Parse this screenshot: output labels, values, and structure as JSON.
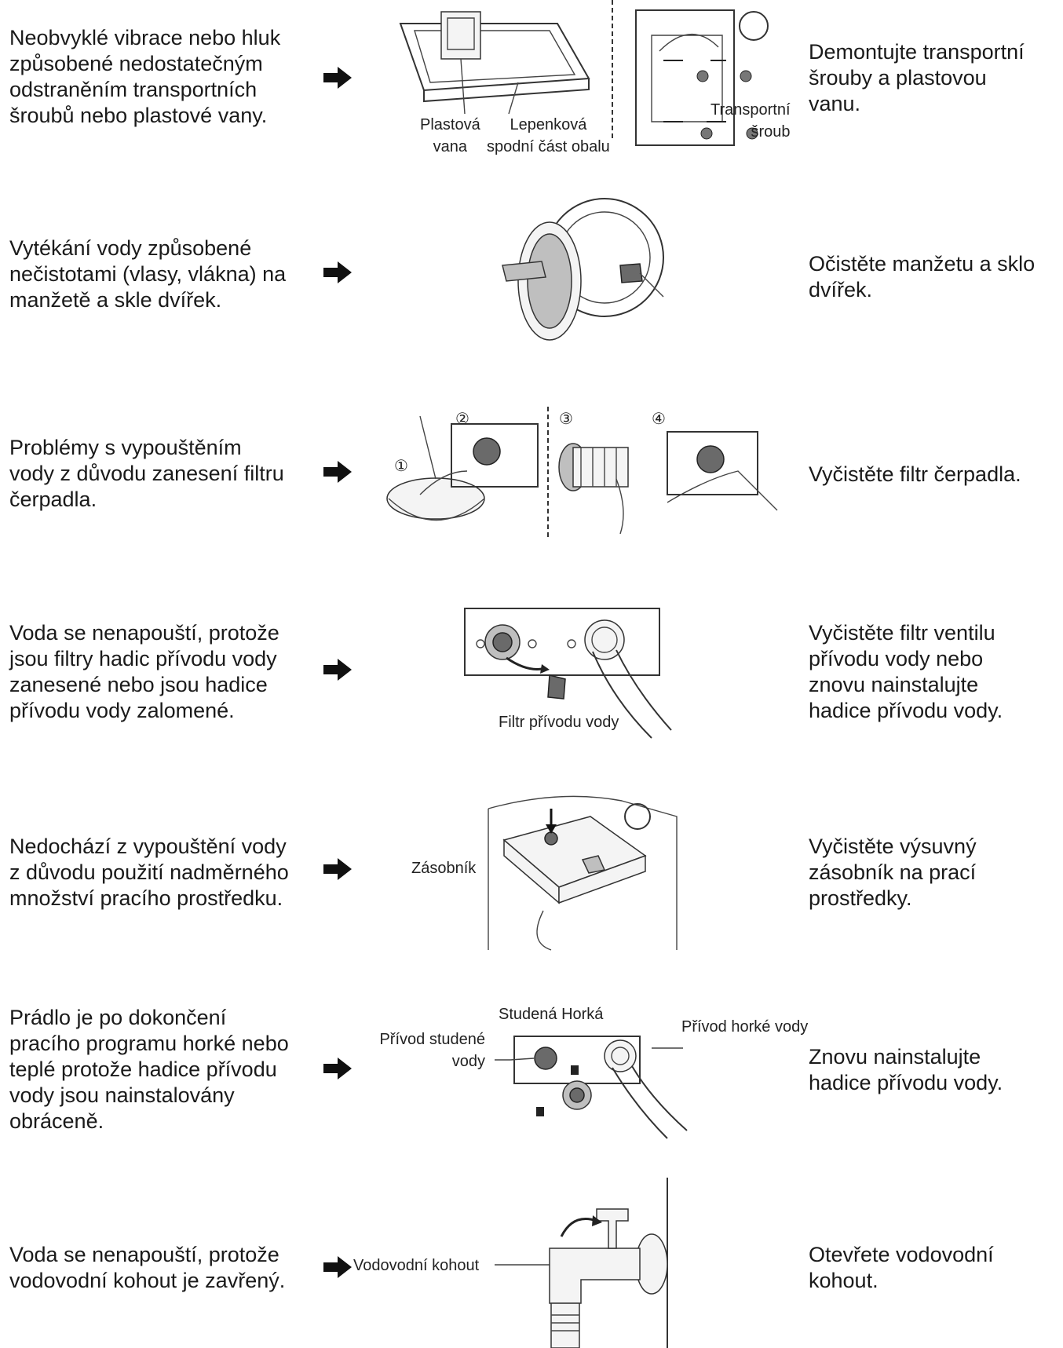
{
  "rows": [
    {
      "problem": "Neobvyklé vibrace nebo hluk\nzpůsobené nedostatečným\nodstraněním transportních\nšroubů nebo plastové vany.",
      "solution": "Demontujte transportní\nšrouby a plastovou\nvanu.",
      "labels": {
        "plastic_tub": "Plastová\nvana",
        "cardboard_base": "Lepenková\nspodní část obalu",
        "transport_bolt": "Transportní\nšroub"
      }
    },
    {
      "problem": "Vytékání vody způsobené\nnečistotami (vlasy, vlákna) na\nmanžetě a skle dvířek.",
      "solution": "Očistěte manžetu a sklo\ndvířek."
    },
    {
      "problem": "Problémy s vypouštěním\nvody z důvodu zanesení filtru\nčerpadla.",
      "solution": "Vyčistěte filtr čerpadla.",
      "steps": [
        "①",
        "②",
        "③",
        "④"
      ]
    },
    {
      "problem": "Voda se nenapouští, protože\njsou filtry hadic přívodu vody\nzanesené nebo jsou hadice\npřívodu vody zalomené.",
      "solution": "Vyčistěte filtr ventilu\npřívodu vody nebo\nznovu nainstalujte\nhadice přívodu vody.",
      "labels": {
        "inlet_filter": "Filtr přívodu vody"
      }
    },
    {
      "problem": "Nedochází z vypouštění vody\nz důvodu použití nadměrného\nmnožství pracího prostředku.",
      "solution": "Vyčistěte výsuvný\nzásobník na prací\nprostředky.",
      "labels": {
        "drawer": "Zásobník"
      }
    },
    {
      "problem": "Prádlo je po dokončení\npracího programu horké nebo\nteplé protože hadice přívodu\nvody jsou nainstalovány\nobráceně.",
      "solution": "Znovu nainstalujte\nhadice přívodu vody.",
      "labels": {
        "cold_hot": "Studená Horká",
        "cold_inlet": "Přívod studené\nvody",
        "hot_inlet": "Přívod horké vody"
      }
    },
    {
      "problem": "Voda se nenapouští, protože\nvodovodní kohout je zavřený.",
      "solution": "Otevřete vodovodní\nkohout.",
      "labels": {
        "tap": "Vodovodní kohout"
      }
    }
  ],
  "colors": {
    "text": "#1a1a1a",
    "arrow": "#111111",
    "line": "#333333"
  },
  "icons": {
    "arrow": "right-arrow-icon"
  }
}
